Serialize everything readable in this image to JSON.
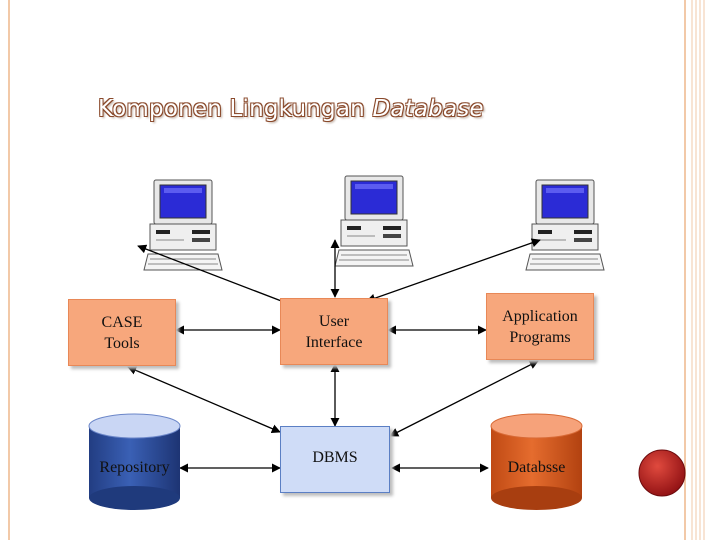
{
  "title": {
    "main": "Komponen Lingkungan ",
    "emphasis": "Database"
  },
  "nodes": {
    "case_tools": "CASE\nTools",
    "user_interface": "User\nInterface",
    "application_programs": "Application\nPrograms",
    "repository": "Repository",
    "dbms": "DBMS",
    "database": "Databsse"
  },
  "colors": {
    "orange_box": "#f7a77c",
    "blue_box": "#cfdcf7",
    "repository_cylinder": "#2e4f9e",
    "database_cylinder": "#d55a22",
    "accent_circle": "#b3171b",
    "frame": "#f2c9a8"
  },
  "icons": [
    "computer-icon",
    "computer-icon",
    "computer-icon"
  ]
}
